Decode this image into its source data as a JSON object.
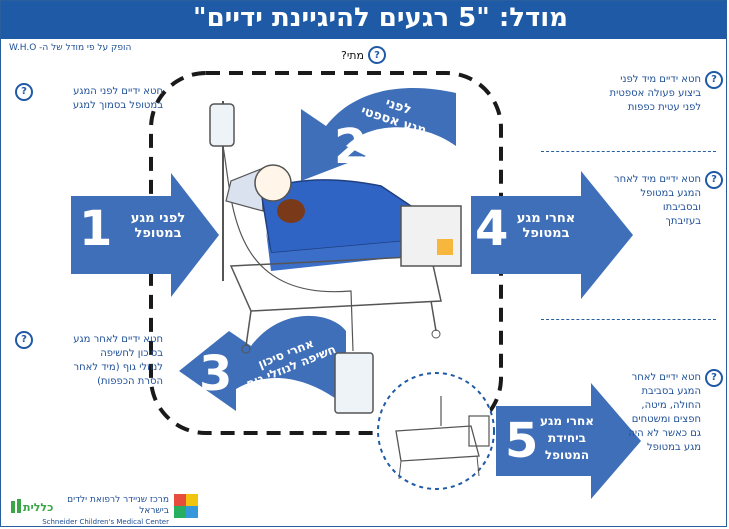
{
  "title": "מודל: \"5 רגעים להיגיינת ידיים\"",
  "subtitle": "הופק על פי מודל של ה- W.H.O",
  "when_label": "מתי?",
  "moments": [
    {
      "number": "1",
      "line1": "לפני מגע",
      "line2": "במטופל"
    },
    {
      "number": "2",
      "line1": "לפני",
      "line2": "מגע אספטי"
    },
    {
      "number": "3",
      "line1": "אחרי סיכון",
      "line2": "חשיפה לנוזלי גוף"
    },
    {
      "number": "4",
      "line1": "אחרי מגע",
      "line2": "במטופל"
    },
    {
      "number": "5",
      "line1": "אחרי מגע",
      "line2": "ביחידת",
      "line3": "המטופל"
    }
  ],
  "notes": {
    "moment1": [
      "חטא ידיים לפני המגע",
      "במטופל בסמוך למגע"
    ],
    "moment2": [
      "חטא ידיים מיד לפני",
      "ביצוע פעולה אספטית",
      "לפני עטית כפפות"
    ],
    "moment3": [
      "חטא ידיים לאחר מגע",
      "בסיכון לחשיפה",
      "לנוזלי גוף (מיד לאחר",
      "הסרת הכפפות)"
    ],
    "moment4": [
      "חטא ידיים מיד לאחר",
      "המגע במטופל",
      "ובסביבתו",
      "בעזיבתך"
    ],
    "moment5": [
      "חטא ידיים לאחר",
      "המגע בסביבת",
      "החולה, מיטה,",
      "חפצים ומשטחים",
      "גם כאשר לא היה",
      "מגע במטופל"
    ]
  },
  "logos": {
    "hospital_he": "מרכז שניידר לרפואת ילדים בישראל",
    "hospital_en": "Schneider Children's Medical Center of Israel",
    "clalit": "כללית"
  },
  "colors": {
    "primary": "#1f5aa6",
    "arrow": "#3e6fb8",
    "bed": "#2f64c4",
    "dash": "#1a1a1a",
    "green": "#3aa648"
  },
  "icons": [
    "question-icon",
    "bed-illustration",
    "iv-bag-icon",
    "puzzle-logo",
    "clalit-logo"
  ]
}
